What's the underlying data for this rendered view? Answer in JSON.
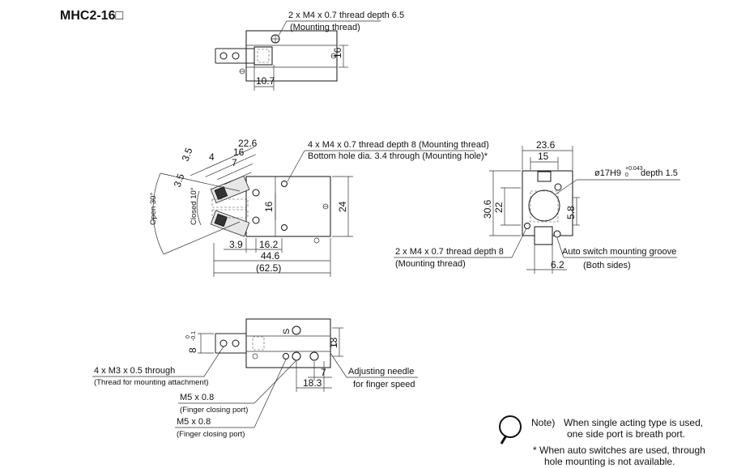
{
  "title": "MHC2-16□",
  "top_view": {
    "callout_line1": "2 x M4 x 0.7 thread depth 6.5",
    "callout_line2": "(Mounting thread)",
    "dim_width": "10.7",
    "dim_height": "16"
  },
  "front_view": {
    "callout_line1": "4 x M4 x 0.7 thread depth 8 (Mounting thread)",
    "callout_line2": "Bottom hole dia. 3.4 through (Mounting hole)*",
    "dim_22_6": "22.6",
    "dim_16_top": "16",
    "dim_7": "7",
    "dim_4": "4",
    "dim_3_5a": "3.5",
    "dim_3_5b": "3.5",
    "open_label": "Open 30°",
    "closed_label": "Closed 10°",
    "dim_16_right": "16",
    "dim_24": "24",
    "dim_3_9": "3.9",
    "dim_16_2": "16.2",
    "dim_44_6": "44.6",
    "dim_62_5": "(62.5)"
  },
  "side_view": {
    "dim_23_6": "23.6",
    "dim_15": "15",
    "bore_callout": "ø17H9",
    "bore_tol_upper": "+0.043",
    "bore_tol_lower": "0",
    "bore_depth": "depth 1.5",
    "dim_30_6": "30.6",
    "dim_22": "22",
    "dim_5_8": "5.8",
    "dim_6_2": "6.2",
    "callout_left1": "2 x M4 x 0.7 thread depth 8",
    "callout_left2": "(Mounting thread)",
    "callout_right1": "Auto switch mounting groove",
    "callout_right2": "(Both sides)"
  },
  "bottom_view": {
    "dim_8": "8",
    "dim_8_tol_upper": "0",
    "dim_8_tol_lower": "-0.1",
    "dim_13": "13",
    "dim_18_3": "18.3",
    "dim_7": "7",
    "callout_m3_1": "4 x M3 x 0.5 through",
    "callout_m3_2": "(Thread for mounting attachment)",
    "callout_needle1": "Adjusting needle",
    "callout_needle2": "for finger speed",
    "port1_line1": "M5 x 0.8",
    "port1_line2": "(Finger closing port)",
    "port2_line1": "M5 x 0.8",
    "port2_line2": "(Finger closing port)",
    "port_mark": "S"
  },
  "notes": {
    "note_prefix": "Note)",
    "note_line1": "When single acting type is used,",
    "note_line2": "one side port is breath port.",
    "star_line1": "* When auto switches are used, through",
    "star_line2": "hole mounting is not available."
  }
}
